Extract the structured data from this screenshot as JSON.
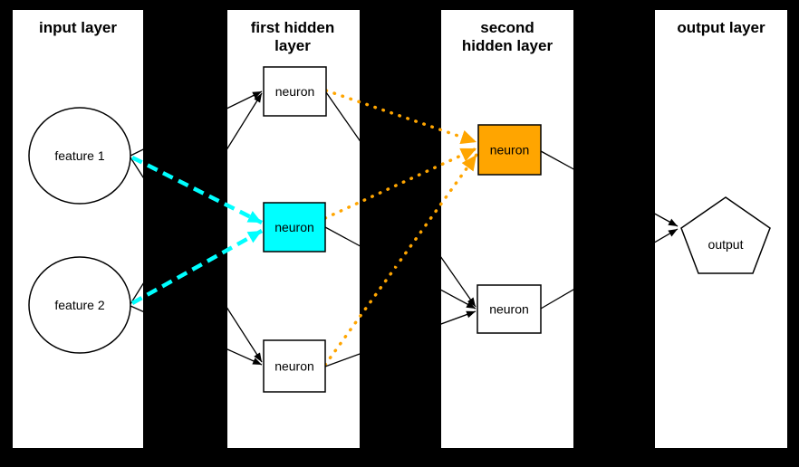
{
  "diagram_title": "neural network layers diagram",
  "colors": {
    "background": "#000000",
    "panel": "#ffffff",
    "text": "#000000",
    "edge_black": "#000000",
    "highlight_cyan": "#00ffff",
    "highlight_orange": "#ffa500"
  },
  "panels": [
    {
      "id": "input",
      "title_lines": [
        "input layer"
      ]
    },
    {
      "id": "hidden1",
      "title_lines": [
        "first hidden",
        "layer"
      ]
    },
    {
      "id": "hidden2",
      "title_lines": [
        "second",
        "hidden layer"
      ]
    },
    {
      "id": "output",
      "title_lines": [
        "output layer"
      ]
    }
  ],
  "nodes": [
    {
      "id": "feature1",
      "label": "feature 1",
      "shape": "ellipse",
      "fill": "#ffffff",
      "panel": "input"
    },
    {
      "id": "feature2",
      "label": "feature 2",
      "shape": "ellipse",
      "fill": "#ffffff",
      "panel": "input"
    },
    {
      "id": "h1-neuron-top",
      "label": "neuron",
      "shape": "rect",
      "fill": "#ffffff",
      "panel": "hidden1"
    },
    {
      "id": "h1-neuron-mid",
      "label": "neuron",
      "shape": "rect",
      "fill": "#00ffff",
      "panel": "hidden1"
    },
    {
      "id": "h1-neuron-bottom",
      "label": "neuron",
      "shape": "rect",
      "fill": "#ffffff",
      "panel": "hidden1"
    },
    {
      "id": "h2-neuron-top",
      "label": "neuron",
      "shape": "rect",
      "fill": "#ffa500",
      "panel": "hidden2"
    },
    {
      "id": "h2-neuron-bottom",
      "label": "neuron",
      "shape": "rect",
      "fill": "#ffffff",
      "panel": "hidden2"
    },
    {
      "id": "output-node",
      "label": "output",
      "shape": "pentagon",
      "fill": "#ffffff",
      "panel": "output"
    }
  ],
  "edges": [
    {
      "from": "feature1",
      "to": "h1-neuron-top",
      "style": "solid-black"
    },
    {
      "from": "feature1",
      "to": "h1-neuron-bottom",
      "style": "solid-black"
    },
    {
      "from": "feature2",
      "to": "h1-neuron-top",
      "style": "solid-black"
    },
    {
      "from": "feature2",
      "to": "h1-neuron-bottom",
      "style": "solid-black"
    },
    {
      "from": "feature1",
      "to": "h1-neuron-mid",
      "style": "dashed-cyan"
    },
    {
      "from": "feature2",
      "to": "h1-neuron-mid",
      "style": "dashed-cyan"
    },
    {
      "from": "h1-neuron-top",
      "to": "h2-neuron-top",
      "style": "dotted-orange"
    },
    {
      "from": "h1-neuron-mid",
      "to": "h2-neuron-top",
      "style": "dotted-orange"
    },
    {
      "from": "h1-neuron-bottom",
      "to": "h2-neuron-top",
      "style": "dotted-orange"
    },
    {
      "from": "h1-neuron-top",
      "to": "h2-neuron-bottom",
      "style": "solid-black"
    },
    {
      "from": "h1-neuron-mid",
      "to": "h2-neuron-bottom",
      "style": "solid-black"
    },
    {
      "from": "h1-neuron-bottom",
      "to": "h2-neuron-bottom",
      "style": "solid-black"
    },
    {
      "from": "h2-neuron-top",
      "to": "output-node",
      "style": "solid-black"
    },
    {
      "from": "h2-neuron-bottom",
      "to": "output-node",
      "style": "solid-black"
    }
  ]
}
